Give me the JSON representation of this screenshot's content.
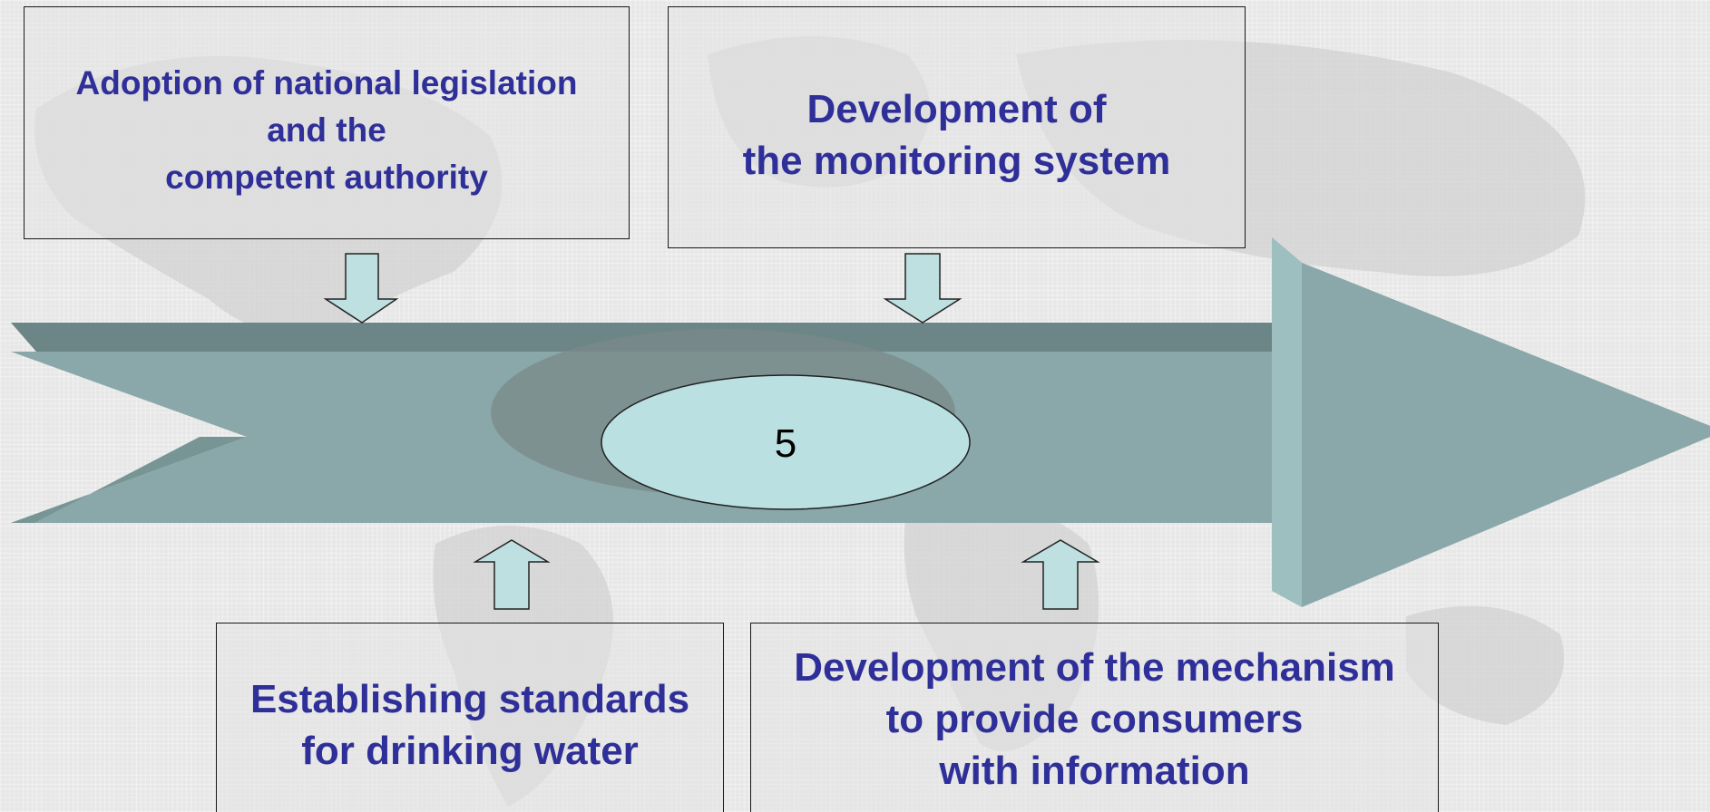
{
  "diagram": {
    "center_label": "5",
    "boxes": {
      "legislation": "Adoption of national legislation\nand the\ncompetent authority",
      "monitoring": "Development of\nthe monitoring system",
      "standards": "Establishing standards\nfor drinking water",
      "mechanism": "Development of the mechanism\nto provide consumers\nwith information"
    }
  },
  "colors": {
    "box_text": "#2f2f99",
    "arrow_face": "#8ba9aa",
    "arrow_top": "#6b8585",
    "small_arrow_fill": "#bfe0e0",
    "ellipse_fill": "#bbe0e2"
  }
}
